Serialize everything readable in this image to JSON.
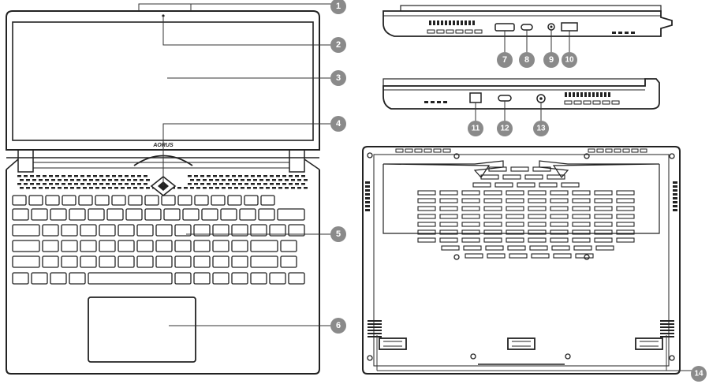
{
  "brand_logo_text": "AORUS",
  "colors": {
    "line": "#222222",
    "callout_fill": "#8a8a8a",
    "callout_text": "#ffffff",
    "background": "#ffffff"
  },
  "callouts": [
    {
      "number": "1"
    },
    {
      "number": "2"
    },
    {
      "number": "3"
    },
    {
      "number": "4"
    },
    {
      "number": "5"
    },
    {
      "number": "6"
    },
    {
      "number": "7"
    },
    {
      "number": "8"
    },
    {
      "number": "9"
    },
    {
      "number": "10"
    },
    {
      "number": "11"
    },
    {
      "number": "12"
    },
    {
      "number": "13"
    },
    {
      "number": "14"
    }
  ]
}
